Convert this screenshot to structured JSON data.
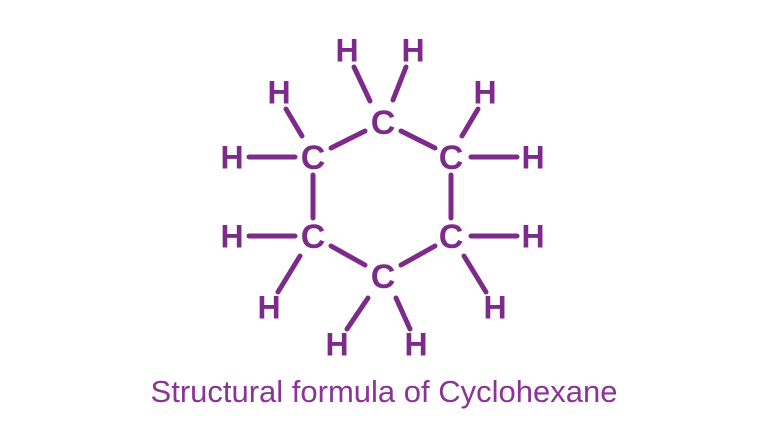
{
  "caption": "Structural formula of Cyclohexane",
  "molecule": {
    "name": "Cyclohexane",
    "type": "structural-formula",
    "carbon_count": 6,
    "hydrogen_count": 12,
    "bond_count": 18,
    "atoms": {
      "c_top": "C",
      "c_upper_left": "C",
      "c_upper_right": "C",
      "c_lower_left": "C",
      "c_lower_right": "C",
      "c_bottom": "C",
      "h_top_left": "H",
      "h_top_right": "H",
      "h_upper_left": "H",
      "h_upper_right": "H",
      "h_left_upper": "H",
      "h_right_upper": "H",
      "h_left_lower": "H",
      "h_right_lower": "H",
      "h_lower_left": "H",
      "h_lower_right": "H",
      "h_bottom_left": "H",
      "h_bottom_right": "H"
    }
  },
  "colors": {
    "structure": "#7C2B8A",
    "caption": "#8A3497",
    "background": "#FFFFFF"
  }
}
